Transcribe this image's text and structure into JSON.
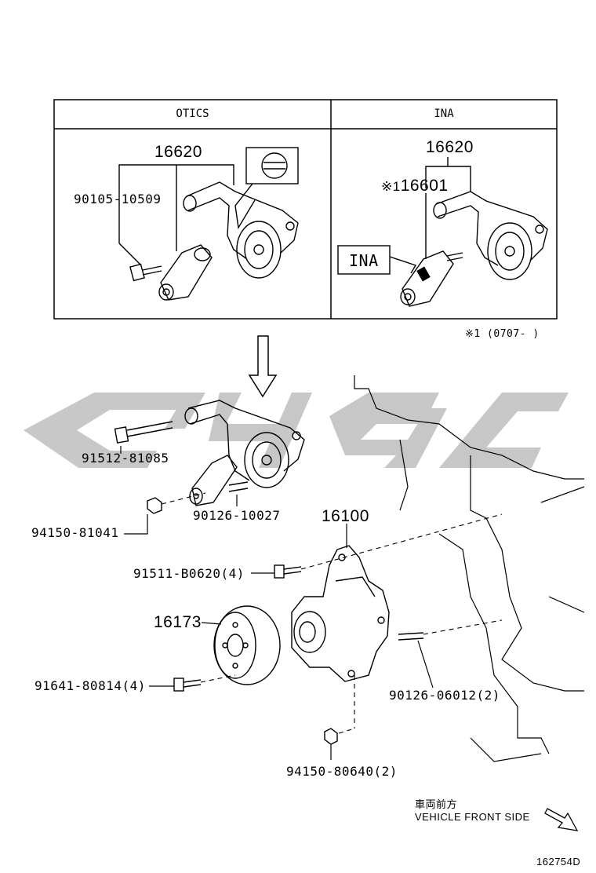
{
  "table": {
    "headers": [
      "OTICS",
      "INA"
    ],
    "otics": {
      "assembly": "16620",
      "bolt": "90105-10509"
    },
    "ina": {
      "assembly": "16620",
      "sub_part": "16601",
      "marker": "※1",
      "tag": "INA"
    }
  },
  "footnote": "※1 (0707-   )",
  "parts": [
    {
      "id": "p-91512-81085",
      "text": "91512-81085"
    },
    {
      "id": "p-94150-81041",
      "text": "94150-81041"
    },
    {
      "id": "p-90126-10027",
      "text": "90126-10027"
    },
    {
      "id": "p-16100",
      "text": "16100"
    },
    {
      "id": "p-91511-b0620",
      "text": "91511-B0620(4)"
    },
    {
      "id": "p-16173",
      "text": "16173"
    },
    {
      "id": "p-91641-80814",
      "text": "91641-80814(4)"
    },
    {
      "id": "p-90126-06012",
      "text": "90126-06012(2)"
    },
    {
      "id": "p-94150-80640",
      "text": "94150-80640(2)"
    }
  ],
  "direction": {
    "jp": "車両前方",
    "en": "VEHICLE FRONT SIDE"
  },
  "diagram_id": "162754D"
}
